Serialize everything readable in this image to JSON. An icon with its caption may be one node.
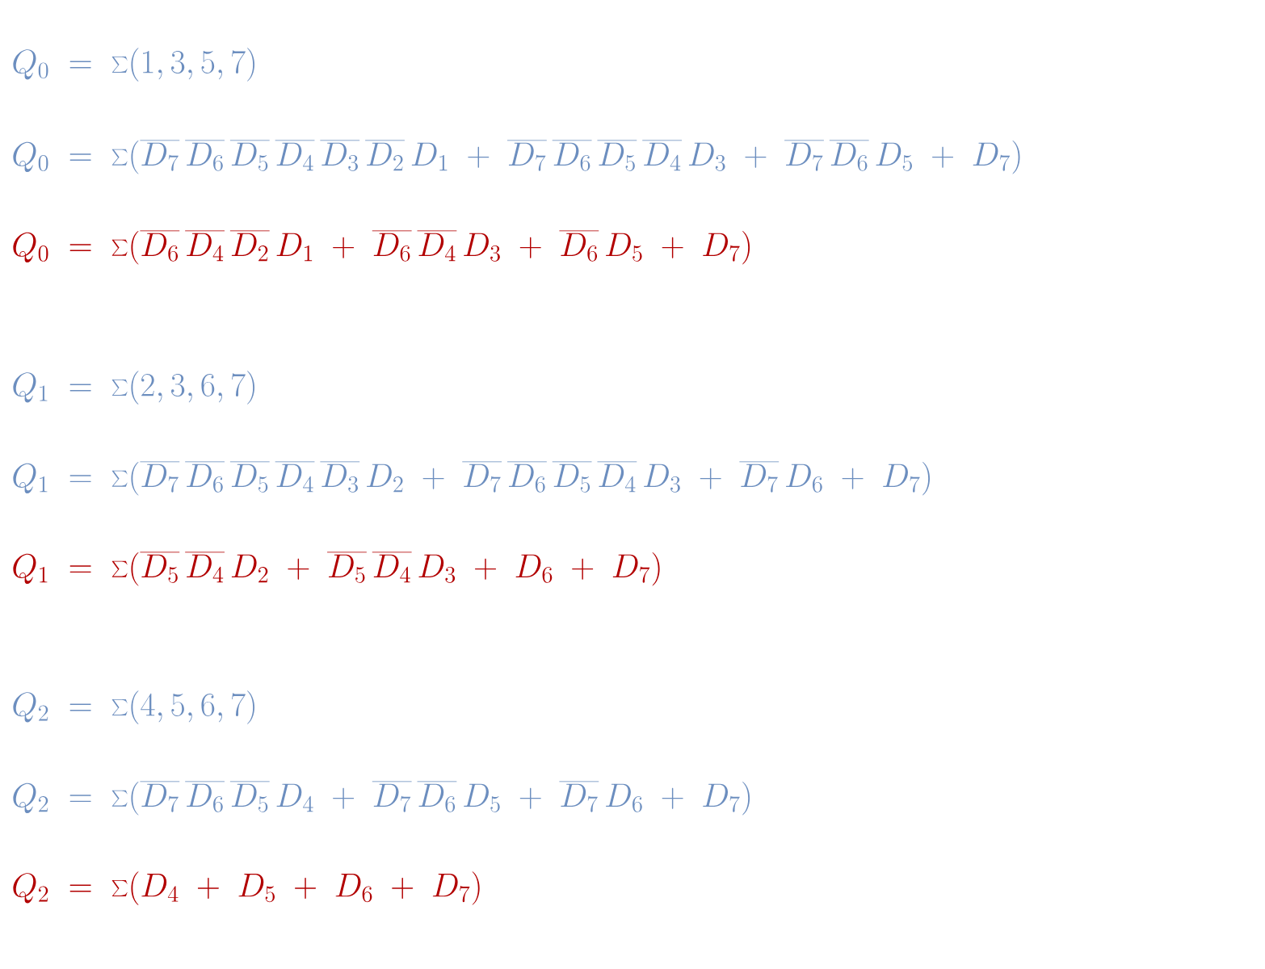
{
  "diagram": {
    "labels": [
      "Q_0 \\;=\\; \\sum (1, 3, 5, 7)",
      "Q_0 \\;=\\; \\sum (\\overline{D_7}\\,\\overline{D_6}\\,\\overline{D_5}\\,\\overline{D_4}\\,\\overline{D_3}\\,\\overline{D_2}\\,D_1 \\;+\\; \\overline{D_7}\\,\\overline{D_6}\\,\\overline{D_5}\\,\\overline{D_4}\\,D_3 \\;+\\; \\overline{D_7}\\,\\overline{D_6}\\,D_5 \\;+\\; D_7)",
      "Q_0 \\;=\\; \\sum (\\overline{D_6}\\,\\overline{D_4}\\,\\overline{D_2}\\,D_1 \\;+\\; \\overline{D_6}\\,\\overline{D_4}\\,D_3 \\;+\\; \\overline{D_6}\\,D_5 \\;+\\; D_7)",
      "Q_1 \\;=\\; \\sum (2, 3, 6, 7)",
      "Q_1 \\;=\\; \\sum (\\overline{D_7}\\,\\overline{D_6}\\,\\overline{D_5}\\,\\overline{D_4}\\,\\overline{D_3}\\,D_2 \\;+\\; \\overline{D_7}\\,\\overline{D_6}\\,\\overline{D_5}\\,\\overline{D_4}\\,D_3 \\;+\\; \\overline{D_7}\\,D_6 \\;+\\; D_7)",
      "Q_1 \\;=\\; \\sum (\\overline{D_5}\\,\\overline{D_4}\\,D_2 \\;+\\; \\overline{D_5}\\,\\overline{D_4}\\,D_3 \\;+\\; D_6 \\;+\\; D_7)",
      "Q_2 \\;=\\; \\sum (4, 5, 6, 7)",
      "Q_2 \\;=\\; \\sum (\\overline{D_7}\\,\\overline{D_6}\\,\\overline{D_5}\\,D_4 \\;+\\; \\overline{D_7}\\,\\overline{D_6}\\,D_5 \\;+\\; \\overline{D_7}\\,D_6 \\;+\\; D_7)",
      "Q_2 \\;=\\; \\sum (D_4 \\;+\\; D_5 \\;+\\; D_6 \\;+\\; D_7)"
    ]
  }
}
